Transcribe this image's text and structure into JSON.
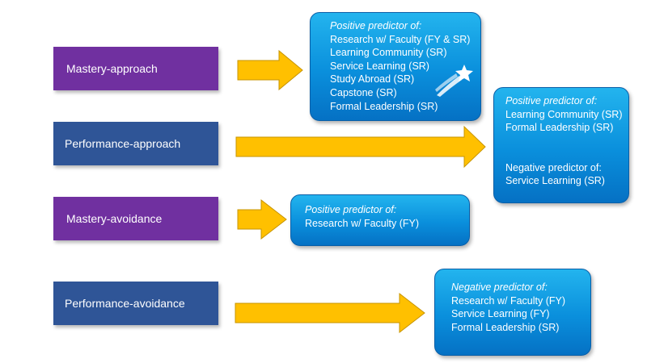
{
  "goals": {
    "mastery_approach": "Mastery-approach",
    "performance_approach": "Performance-approach",
    "mastery_avoidance": "Mastery-avoidance",
    "performance_avoidance": "Performance-avoidance"
  },
  "boxes": {
    "mastery_approach": {
      "heading": "Positive predictor of:",
      "items": [
        "Research w/ Faculty (FY & SR)",
        "Learning Community (SR)",
        "Service Learning (SR)",
        "Study Abroad (SR)",
        "Capstone (SR)",
        "Formal Leadership (SR)"
      ]
    },
    "performance_approach": {
      "heading": "Positive predictor of:",
      "items": [
        "Learning Community (SR)",
        "Formal Leadership (SR)"
      ],
      "negative_heading": "Negative predictor of:",
      "negative_items": [
        "Service Learning (SR)"
      ]
    },
    "mastery_avoidance": {
      "heading": "Positive predictor of:",
      "items": [
        "Research w/ Faculty (FY)"
      ]
    },
    "performance_avoidance": {
      "heading": "Negative predictor of:",
      "items": [
        "Research w/ Faculty (FY)",
        "Service Learning (FY)",
        "Formal Leadership (SR)"
      ]
    }
  },
  "colors": {
    "mastery_goal": "#7030a0",
    "performance_goal": "#2f5597",
    "arrow_fill": "#ffc000",
    "box_fill": "#0a8fdc"
  },
  "icons": {
    "mastery_approach_box": "shooting-star-icon"
  }
}
